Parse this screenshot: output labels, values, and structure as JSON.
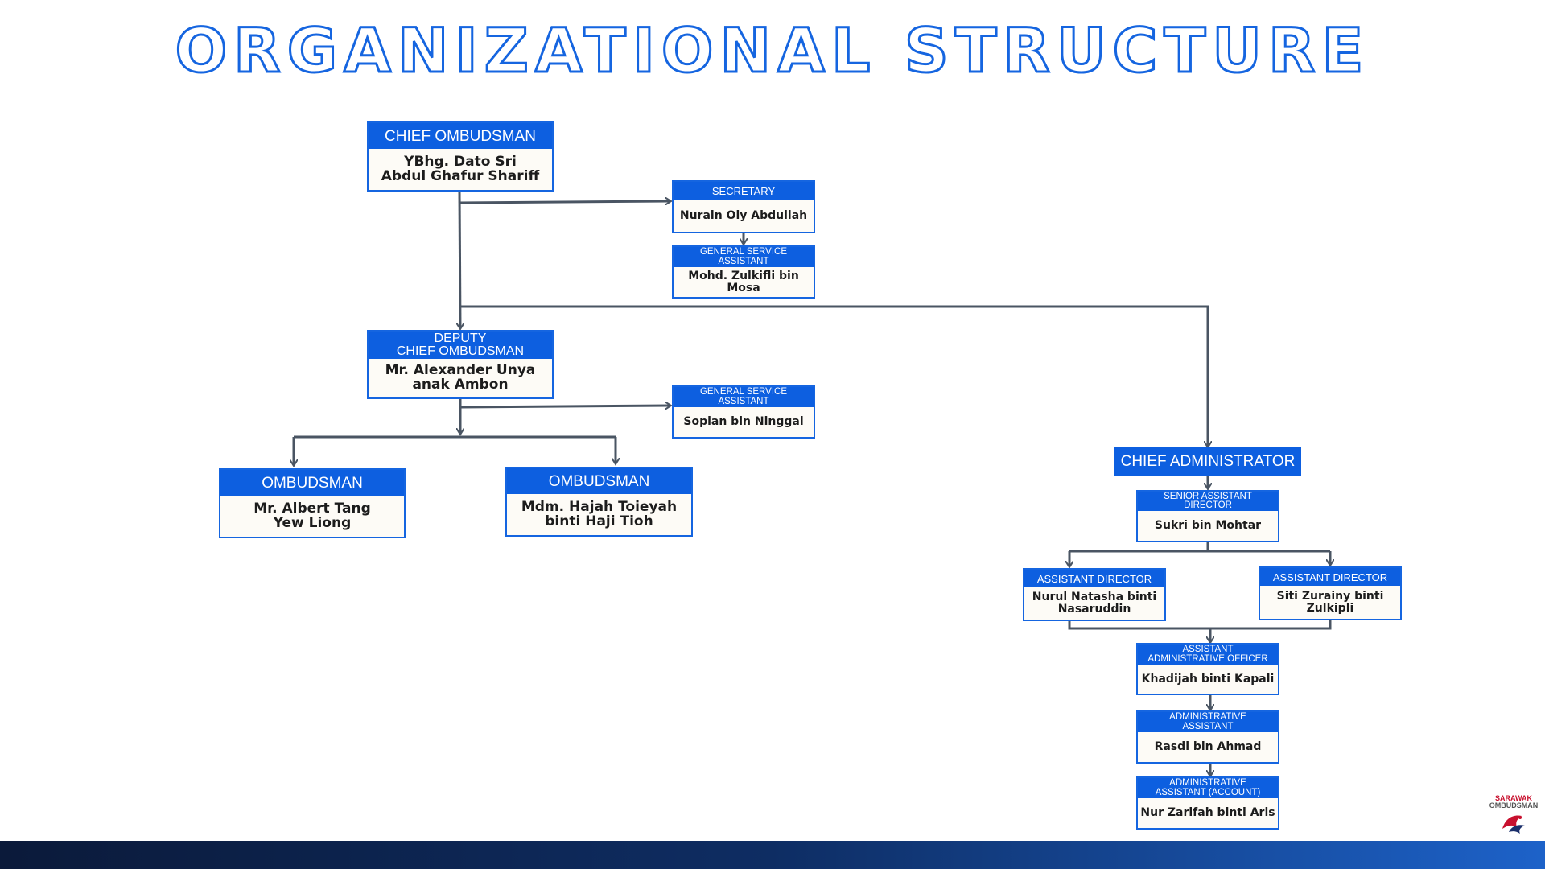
{
  "title": "ORGANIZATIONAL STRUCTURE",
  "colors": {
    "accent": "#0d5fe0",
    "connector": "#4a5563",
    "box_fill": "#fdfbf6"
  },
  "nodes": {
    "chief_ombudsman": {
      "role": "CHIEF OMBUDSMAN",
      "name": "YBhg. Dato Sri\nAbdul Ghafur Shariff"
    },
    "secretary": {
      "role": "SECRETARY",
      "name": "Nurain Oly Abdullah"
    },
    "gsa_1": {
      "role": "GENERAL SERVICE\nASSISTANT",
      "name": "Mohd. Zulkifli bin\nMosa"
    },
    "deputy": {
      "role": "DEPUTY\nCHIEF OMBUDSMAN",
      "name": "Mr. Alexander Unya\nanak Ambon"
    },
    "gsa_2": {
      "role": "GENERAL SERVICE\nASSISTANT",
      "name": "Sopian bin Ninggal"
    },
    "ombudsman_1": {
      "role": "OMBUDSMAN",
      "name": "Mr. Albert Tang\nYew Liong"
    },
    "ombudsman_2": {
      "role": "OMBUDSMAN",
      "name": "Mdm. Hajah Toieyah\nbinti Haji Tioh"
    },
    "chief_administrator": {
      "role": "CHIEF ADMINISTRATOR"
    },
    "senior_assistant_director": {
      "role": "SENIOR ASSISTANT\nDIRECTOR",
      "name": "Sukri bin Mohtar"
    },
    "assistant_director_1": {
      "role": "ASSISTANT DIRECTOR",
      "name": "Nurul Natasha binti\nNasaruddin"
    },
    "assistant_director_2": {
      "role": "ASSISTANT DIRECTOR",
      "name": "Siti Zurainy binti\nZulkipli"
    },
    "aao": {
      "role": "ASSISTANT\nADMINISTRATIVE OFFICER",
      "name": "Khadijah binti Kapali"
    },
    "admin_assistant": {
      "role": "ADMINISTRATIVE\nASSISTANT",
      "name": "Rasdi bin Ahmad"
    },
    "admin_assistant_account": {
      "role": "ADMINISTRATIVE\nASSISTANT (ACCOUNT)",
      "name": "Nur Zarifah binti Aris"
    }
  },
  "logo": {
    "line1": "SARAWAK",
    "line2": "OMBUDSMAN"
  }
}
